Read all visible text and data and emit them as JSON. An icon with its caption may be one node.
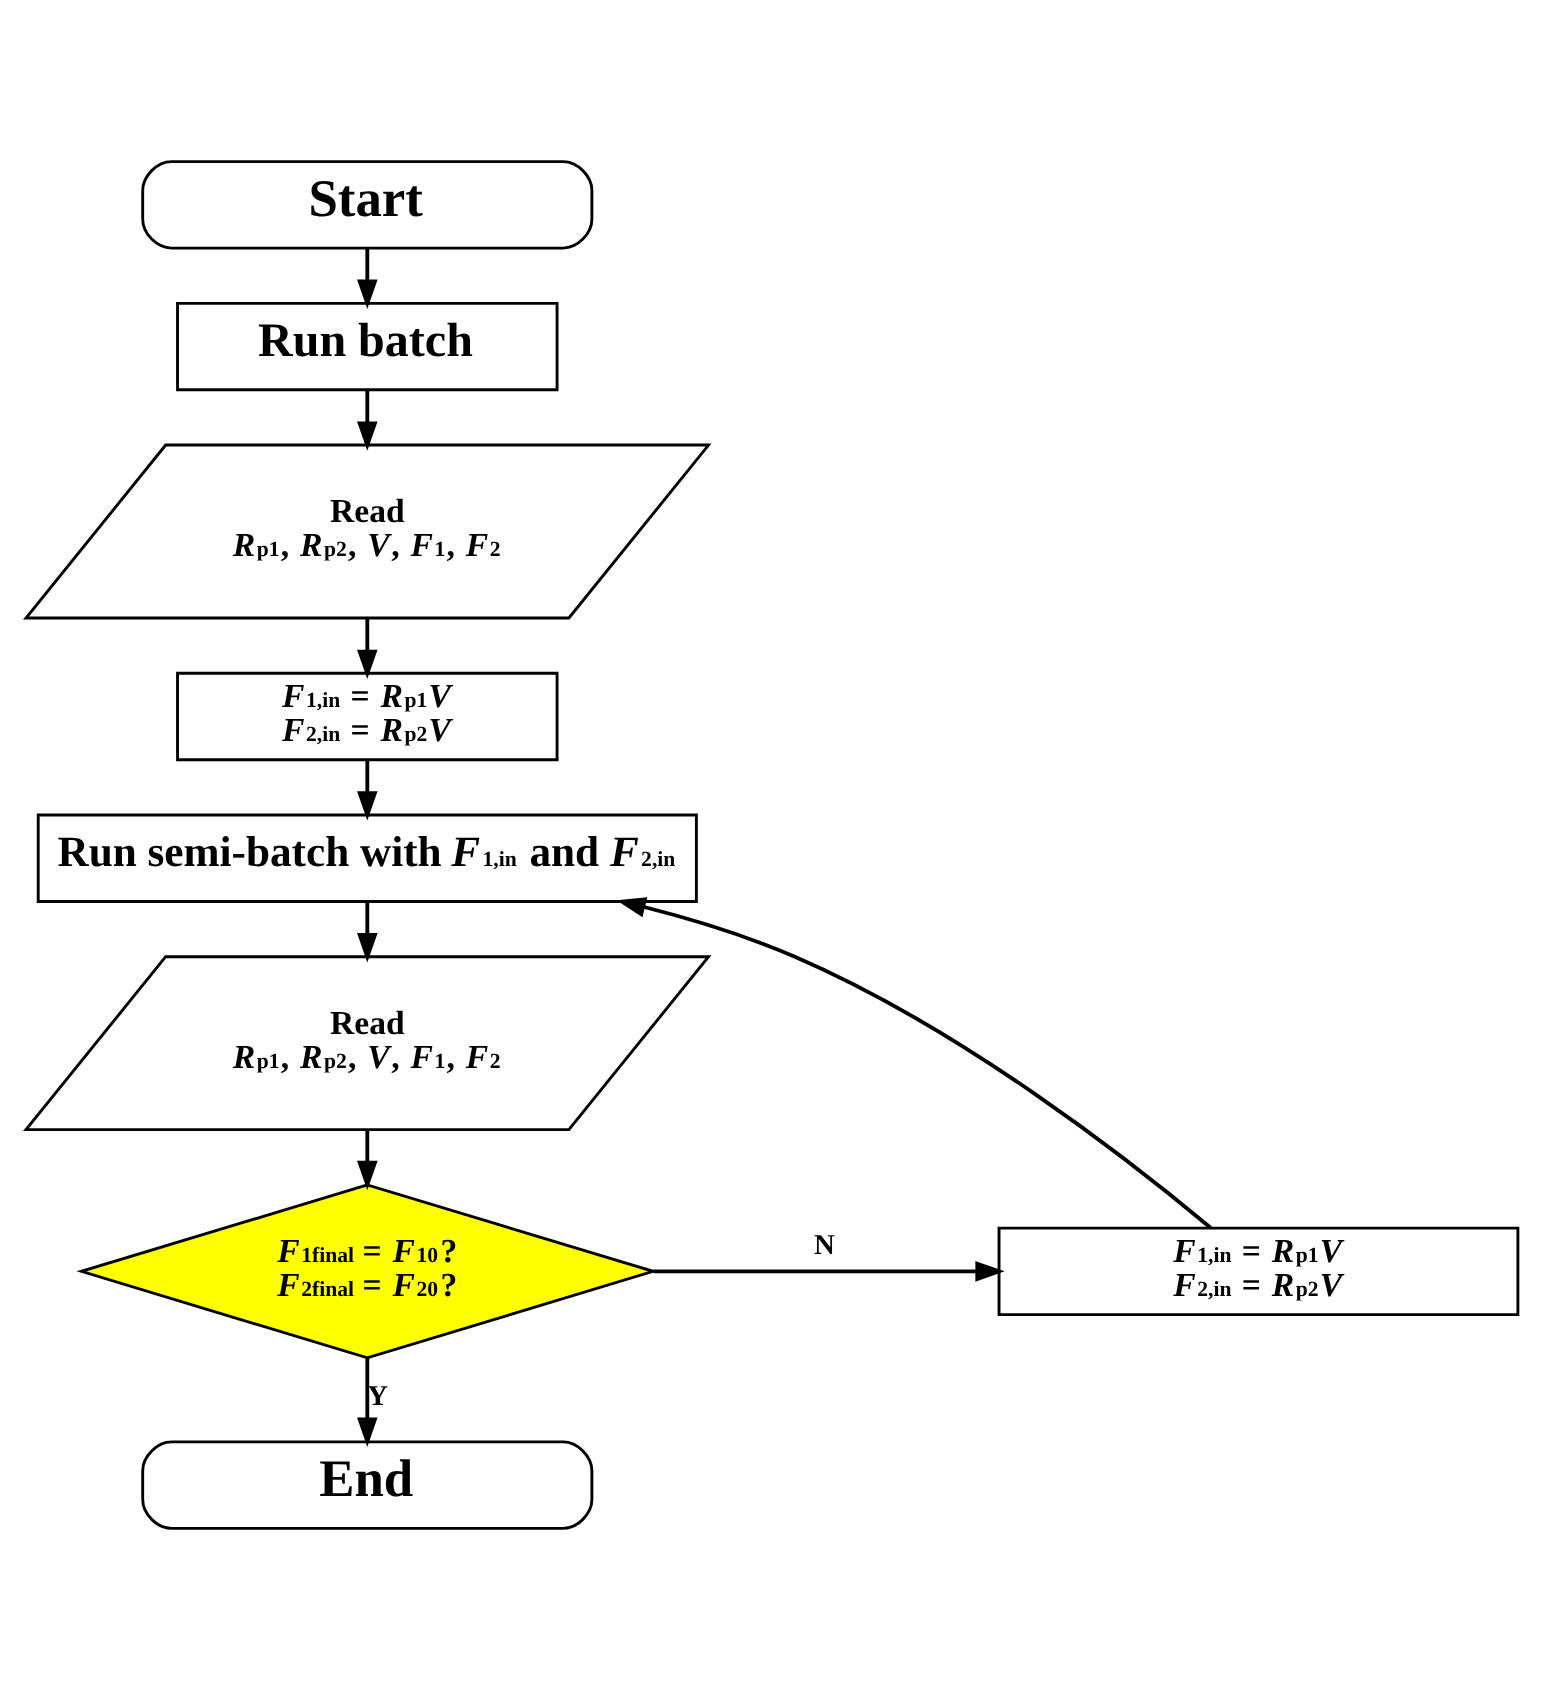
{
  "diagram": {
    "nodes": [
      {
        "text": [
          "Start"
        ]
      },
      {
        "text": [
          "Run batch"
        ]
      },
      {
        "text": [
          "Read",
          "*R*$_{p1}$, *R*$_{p2}$, *V*, *F*$_{1}$, *F*$_{2}$"
        ]
      },
      {
        "text": [
          "*F*$_{1,in}$ = *R*$_{p1}$*V*",
          "*F*$_{2,in}$ = *R*$_{p2}$*V*"
        ]
      },
      {
        "text": [
          "Run semi-batch with *F*$_{1,in}$ and *F*$_{2,in}$"
        ]
      },
      {
        "text": [
          "Read",
          "*R*$_{p1}$, *R*$_{p2}$, *V*, *F*$_{1}$, *F*$_{2}$"
        ]
      },
      {
        "text": [
          "*F*$_{1final}$ = *F*$_{10}$?",
          "*F*$_{2final}$ = *F*$_{20}$?"
        ]
      },
      {
        "text": [
          "*F*$_{1,in}$ = *R*$_{p1}$*V*",
          "*F*$_{2,in}$ = *R*$_{p2}$*V*"
        ]
      },
      {
        "text": [
          "End"
        ]
      }
    ],
    "edges": [
      {
        "from": 0,
        "to": 1,
        "arrow": "to"
      },
      {
        "from": 1,
        "to": 2,
        "arrow": "to"
      },
      {
        "from": 2,
        "to": 3,
        "arrow": "to"
      },
      {
        "from": 3,
        "to": 4,
        "arrow": "to"
      },
      {
        "from": 4,
        "to": 5,
        "arrow": "to"
      },
      {
        "from": 5,
        "to": 6,
        "arrow": "to"
      },
      {
        "from": 6,
        "to": 7,
        "arrow": "to",
        "label": "N"
      },
      {
        "from": 7,
        "to": 4,
        "arrow": "to"
      },
      {
        "from": 6,
        "to": 8,
        "arrow": "to",
        "label": "Y"
      }
    ]
  }
}
